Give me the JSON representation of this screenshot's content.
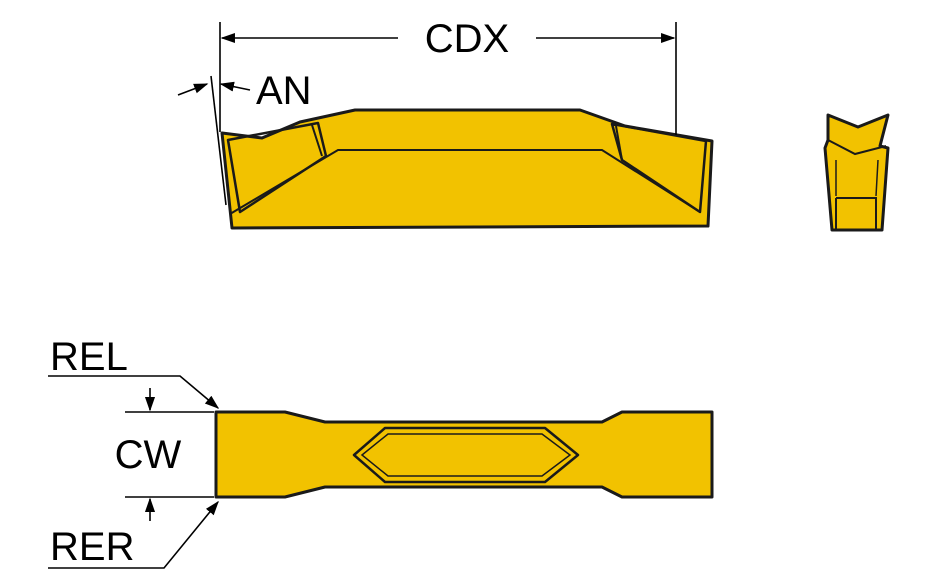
{
  "labels": {
    "cdx": "CDX",
    "an": "AN",
    "rel": "REL",
    "cw": "CW",
    "rer": "RER"
  },
  "colors": {
    "insert_fill": "#f2c200",
    "insert_outline": "#1a1a1a",
    "dimension_line": "#000000",
    "background": "#ffffff"
  }
}
